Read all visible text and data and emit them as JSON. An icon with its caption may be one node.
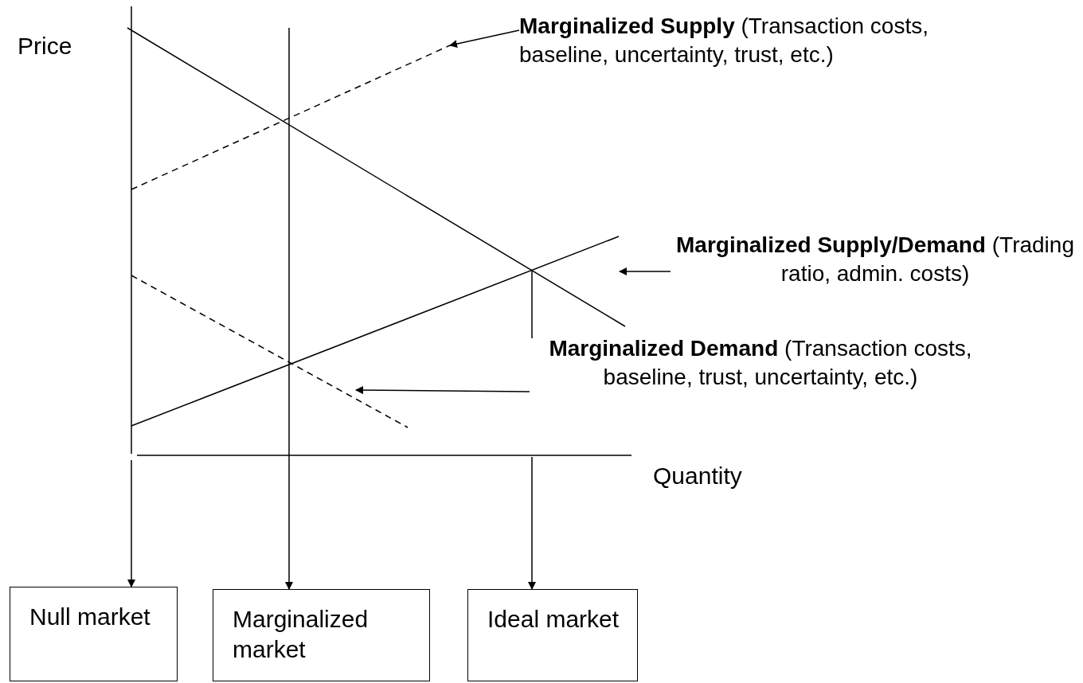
{
  "diagram": {
    "nodes": [
      {
        "text": [
          "**Marginalized Supply** (Transaction costs, baseline, uncertainty, trust, etc.)"
        ]
      },
      {
        "text": [],
        "shape": "line"
      },
      {
        "text": [
          "**Marginalized Supply/Demand** (Trading ratio, admin.  costs)"
        ]
      },
      {
        "text": [
          "**Marginalized Demand** (Transaction costs, baseline, trust, uncertainty, etc.)"
        ]
      },
      {
        "text": [],
        "shape": "line"
      },
      {
        "text": [
          "Null market"
        ]
      },
      {
        "text": [
          "Marginalized market"
        ]
      },
      {
        "text": [
          "Ideal market"
        ]
      }
    ],
    "edges": [
      {
        "from": 0,
        "to": 1,
        "arrow": "to"
      },
      {
        "from": 2,
        "to": null,
        "arrow": "to"
      },
      {
        "from": 3,
        "to": 4,
        "arrow": "to"
      },
      {
        "from": null,
        "to": 5,
        "arrow": "to"
      },
      {
        "from": null,
        "to": 6,
        "arrow": "to"
      },
      {
        "from": null,
        "to": 7,
        "arrow": "to"
      }
    ],
    "labels": [
      "Price",
      "Quantity"
    ]
  }
}
